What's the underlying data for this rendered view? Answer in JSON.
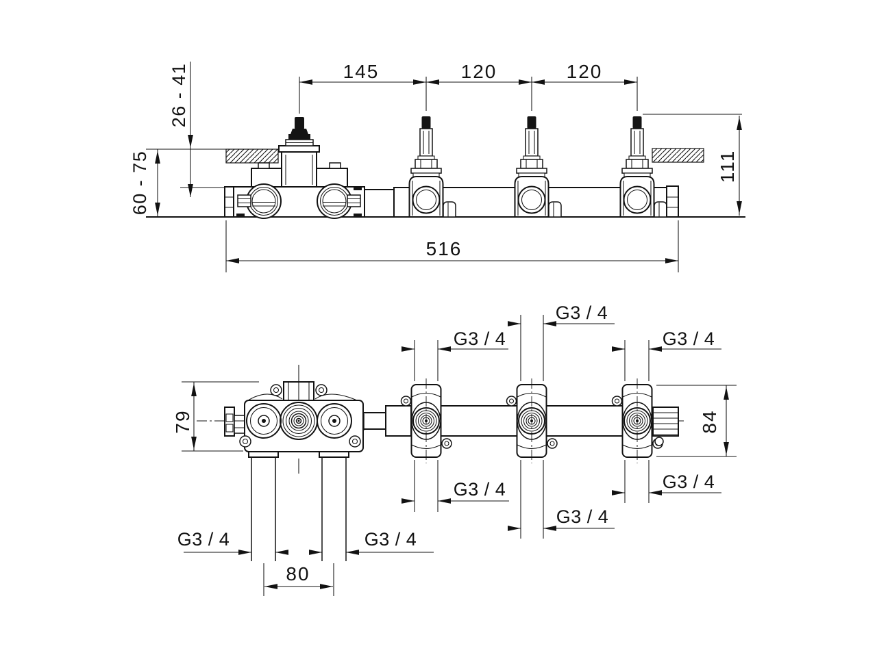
{
  "top_view": {
    "dimensions": {
      "valve_spacing": [
        "145",
        "120",
        "120"
      ],
      "overall_width": "516",
      "wall_offset_range": "26 - 41",
      "mounting_depth_range": "60 - 75",
      "body_height": "111"
    }
  },
  "front_view": {
    "dimensions": {
      "mixer_body_height": "79",
      "valve_body_height": "84",
      "outlet_spacing": "80"
    },
    "thread_labels": [
      "G3 / 4",
      "G3 / 4",
      "G3 / 4",
      "G3 / 4",
      "G3 / 4",
      "G3 / 4",
      "G3 / 4",
      "G3 / 4"
    ]
  }
}
